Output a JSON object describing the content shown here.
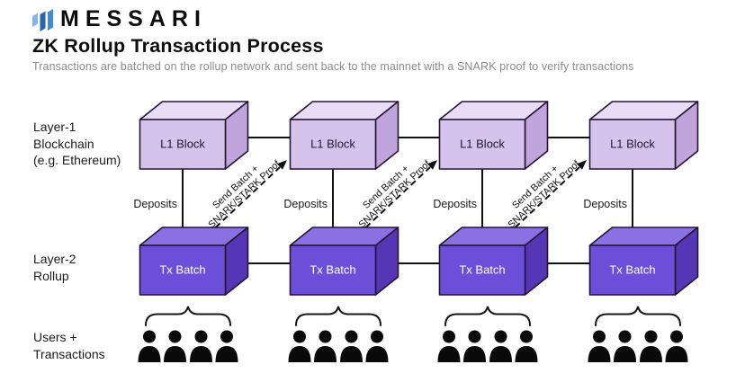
{
  "header": {
    "brand": "MESSARI",
    "title": "ZK Rollup Transaction Process",
    "subtitle": "Transactions are batched on the rollup network and sent back to the mainnet with a SNARK proof to verify transactions"
  },
  "row_labels": {
    "layer1": [
      "Layer-1",
      "Blockchain",
      "(e.g. Ethereum)"
    ],
    "layer2": [
      "Layer-2",
      "Rollup"
    ],
    "users": [
      "Users +",
      "Transactions"
    ]
  },
  "columns": [
    {
      "l1": "L1 Block",
      "tx": "Tx Batch",
      "deposit": "Deposits"
    },
    {
      "l1": "L1 Block",
      "tx": "Tx Batch",
      "deposit": "Deposits"
    },
    {
      "l1": "L1 Block",
      "tx": "Tx Batch",
      "deposit": "Deposits"
    },
    {
      "l1": "L1 Block",
      "tx": "Tx Batch",
      "deposit": "Deposits"
    }
  ],
  "batch_arrow_label": [
    "Send Batch +",
    "SNARK/STARK Proof"
  ],
  "colors": {
    "l1_front": "#d6c3eb",
    "l1_top": "#e9dcf6",
    "l1_side": "#c0a5dc",
    "tx_front": "#6b4fd8",
    "tx_top": "#8971e4",
    "tx_side": "#5537b5",
    "outline": "#241533",
    "line": "#111111",
    "logo_blue_light": "#82b7e5",
    "logo_blue_dark": "#2766ad",
    "logo_blue_mid": "#3f8cd4"
  }
}
